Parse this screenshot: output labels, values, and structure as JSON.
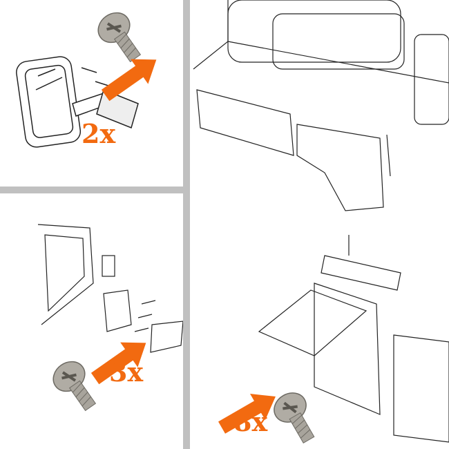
{
  "colors": {
    "accent": "#f26a10",
    "divider": "#c0c0c0",
    "line": "#222222",
    "screw": "#a8a49c"
  },
  "panels": [
    {
      "id": "mirror",
      "count_label": "2x"
    },
    {
      "id": "door-latch",
      "count_label": "3x"
    },
    {
      "id": "dashboard-box",
      "count_label": "8x"
    }
  ]
}
